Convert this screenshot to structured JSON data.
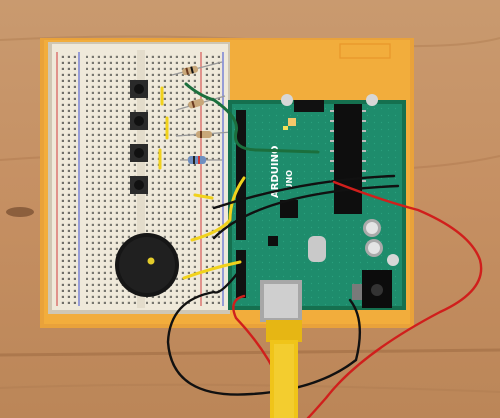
{
  "photo": {
    "board_brand_text": "ARDUINO",
    "board_model_text": "UNO",
    "colors": {
      "wood": "#c8956a",
      "wood_dark": "#a56e47",
      "orange_base": "#f0a224",
      "breadboard": "#efe9da",
      "arduino_pcb": "#1e8c6c",
      "arduino_pcb_dark": "#15704f",
      "wire_red": "#d01f1c",
      "wire_black": "#111111",
      "wire_yellow": "#f1d21c",
      "wire_green": "#1b6f3d",
      "usb_cable": "#f0c419",
      "buzzer": "#1a1a1a"
    },
    "components": [
      "breadboard",
      "arduino-uno",
      "piezo-buzzer",
      "push-button",
      "push-button",
      "push-button",
      "push-button",
      "resistor",
      "resistor",
      "resistor",
      "usb-cable",
      "jumper-wire-red",
      "jumper-wire-black",
      "jumper-wire-yellow",
      "jumper-wire-green"
    ]
  }
}
